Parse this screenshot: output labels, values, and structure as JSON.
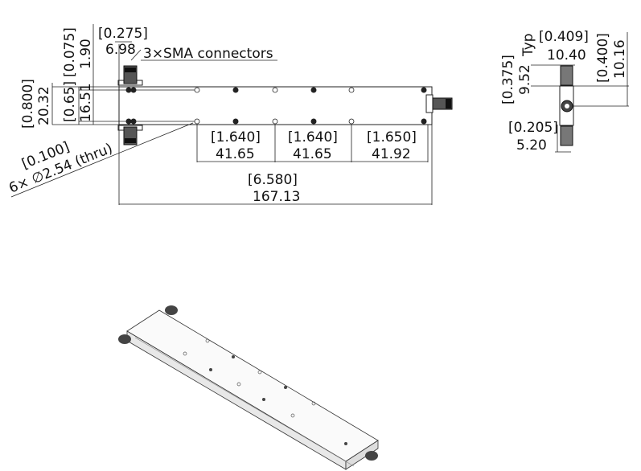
{
  "top_view": {
    "dim_connector_in": "[0.275]",
    "dim_connector_mm": "6.98",
    "connector_note": "3×SMA connectors",
    "dim_offset_in": "[0.075]",
    "dim_offset_mm": "1.90",
    "dim_width_in": "[0.800]",
    "dim_width_mm": "20.32",
    "dim_hole_span_in": "[0.65]",
    "dim_hole_span_mm": "16.51",
    "hole_note_in": "[0.100]",
    "hole_note_mm": "6× ∅2.54 (thru)",
    "pitch_1_in": "[1.640]",
    "pitch_1_mm": "41.65",
    "pitch_2_in": "[1.640]",
    "pitch_2_mm": "41.65",
    "pitch_3_in": "[1.650]",
    "pitch_3_mm": "41.92",
    "length_in": "[6.580]",
    "length_mm": "167.13"
  },
  "side_view": {
    "typ_label": "Typ",
    "conn_width_in": "[0.409]",
    "conn_width_mm": "10.40",
    "conn_height_in": "[0.375]",
    "conn_height_mm": "9.52",
    "body_height_in": "[0.400]",
    "body_height_mm": "10.16",
    "offset_in": "[0.205]",
    "offset_mm": "5.20"
  }
}
